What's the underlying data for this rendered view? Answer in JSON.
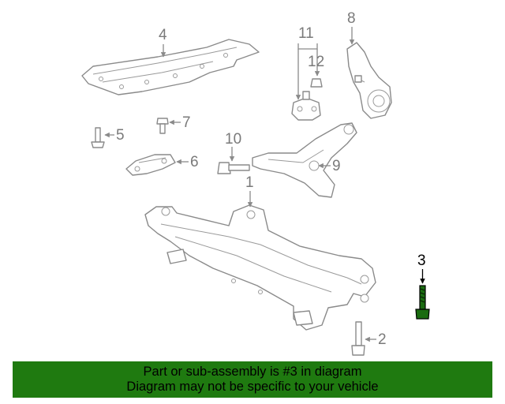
{
  "diagram": {
    "callouts": {
      "c1": "1",
      "c2": "2",
      "c3": "3",
      "c4": "4",
      "c5": "5",
      "c6": "6",
      "c7": "7",
      "c8": "8",
      "c9": "9",
      "c10": "10",
      "c11": "11",
      "c12": "12"
    },
    "highlighted_part": "3",
    "highlight_color": "#1a6b10",
    "part_line_color": "#8a8a8a"
  },
  "banner": {
    "line1": "Part or sub-assembly is #3 in diagram",
    "line2": "Diagram may not be specific to your vehicle",
    "background": "#1f7a10"
  }
}
